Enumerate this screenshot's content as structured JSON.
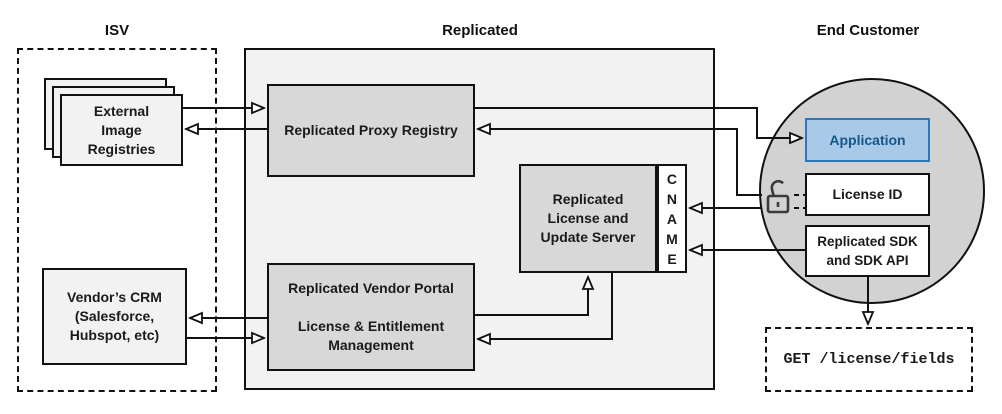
{
  "sections": {
    "isv": {
      "label": "ISV"
    },
    "replicated": {
      "label": "Replicated"
    },
    "end_customer": {
      "label": "End Customer"
    }
  },
  "nodes": {
    "external_image_registries": {
      "label": "External\nImage\nRegistries"
    },
    "vendor_crm": {
      "label": "Vendor’s CRM\n(Salesforce,\nHubspot, etc)"
    },
    "proxy_registry": {
      "label": "Replicated Proxy Registry"
    },
    "license_update_server": {
      "label": "Replicated\nLicense and\nUpdate Server"
    },
    "cname": {
      "label": "C\nN\nA\nM\nE"
    },
    "vendor_portal": {
      "label": "Replicated Vendor Portal\n\nLicense & Entitlement\nManagement"
    },
    "application": {
      "label": "Application"
    },
    "license_id": {
      "label": "License ID"
    },
    "replicated_sdk": {
      "label": "Replicated SDK\nand SDK API"
    },
    "get_license_fields": {
      "label": "GET /license/fields"
    }
  },
  "icons": {
    "unlock": "open padlock"
  },
  "colors": {
    "line": "#111111",
    "container_fill": "#f2f2f2",
    "node_gray_fill": "#d8d8d8",
    "circle_fill": "#d2d2d2",
    "light_node_fill": "#f2f2f2",
    "application_fill": "#a8c9e8",
    "application_border": "#2e75b5",
    "application_text": "#15568c",
    "lock_stroke": "#3a3a3a"
  }
}
